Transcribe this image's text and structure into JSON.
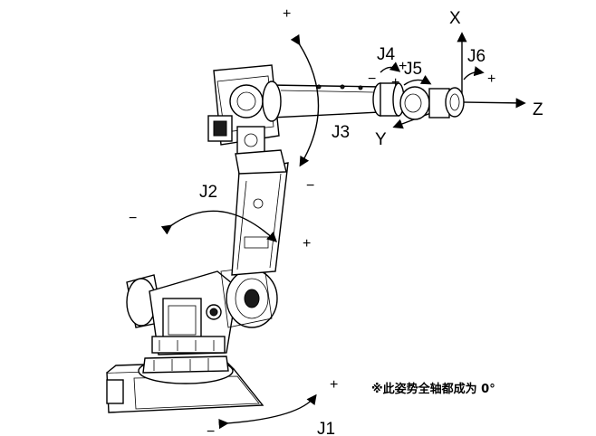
{
  "axes": {
    "x": "X",
    "y": "Y",
    "z": "Z"
  },
  "joints": {
    "j1": "J1",
    "j2": "J2",
    "j3": "J3",
    "j4": "J4",
    "j5": "J5",
    "j6": "J6"
  },
  "signs": {
    "j3_plus": "+",
    "j3_minus": "−",
    "j2_plus": "+",
    "j2_minus": "−",
    "j1_plus": "+",
    "j1_minus": "−",
    "j4_minus": "−",
    "j4_plus": "+",
    "j5_plus": "+",
    "j6_plus": "+"
  },
  "note": "※此姿势全轴都成为 0°",
  "colors": {
    "ink": "#000000",
    "background": "#ffffff"
  }
}
